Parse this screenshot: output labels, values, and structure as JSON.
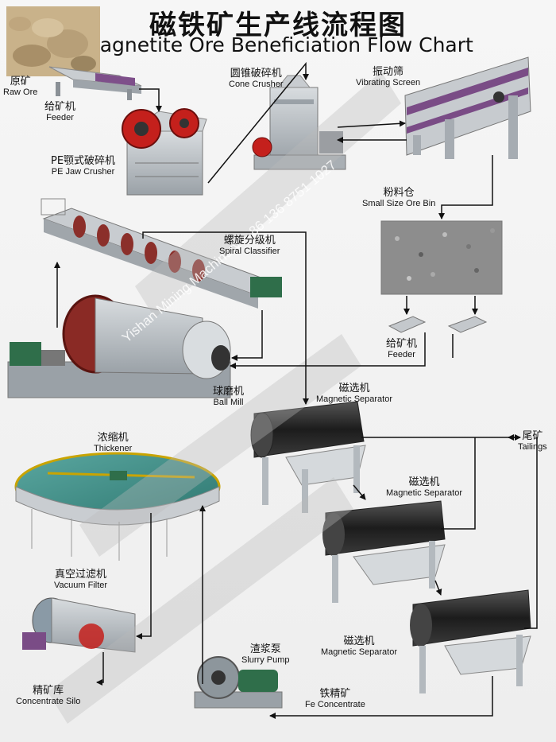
{
  "title": {
    "zh": "磁铁矿生产线流程图",
    "en": "Magnetite Ore Beneficiation Flow Chart"
  },
  "watermark": "Yishan Mining Machinery + 86 136 8751 1027",
  "stations": {
    "raw_ore": {
      "zh": "原矿",
      "en": "Raw Ore"
    },
    "feeder_top": {
      "zh": "给矿机",
      "en": "Feeder"
    },
    "jaw_crusher": {
      "zh": "PE颚式破碎机",
      "en": "PE Jaw Crusher"
    },
    "cone_crusher": {
      "zh": "圆锥破碎机",
      "en": "Cone Crusher"
    },
    "vibrating_screen": {
      "zh": "振动筛",
      "en": "Vibrating Screen"
    },
    "ore_bin": {
      "zh": "粉料仓",
      "en": "Small Size Ore Bin"
    },
    "spiral_classifier": {
      "zh": "螺旋分级机",
      "en": "Spiral Classifier"
    },
    "feeder_mid": {
      "zh": "给矿机",
      "en": "Feeder"
    },
    "ball_mill": {
      "zh": "球磨机",
      "en": "Ball Mill"
    },
    "mag_sep_1": {
      "zh": "磁选机",
      "en": "Magnetic Separator"
    },
    "tailings": {
      "zh": "尾矿",
      "en": "Tailings"
    },
    "thickener": {
      "zh": "浓缩机",
      "en": "Thickener"
    },
    "mag_sep_2": {
      "zh": "磁选机",
      "en": "Magnetic Separator"
    },
    "vacuum_filter": {
      "zh": "真空过滤机",
      "en": "Vacuum Filter"
    },
    "mag_sep_3": {
      "zh": "磁选机",
      "en": "Magnetic Separator"
    },
    "slurry_pump": {
      "zh": "渣浆泵",
      "en": "Slurry Pump"
    },
    "concentrate_silo": {
      "zh": "精矿库",
      "en": "Concentrate Silo"
    },
    "fe_concentrate": {
      "zh": "铁精矿",
      "en": "Fe Concentrate"
    }
  },
  "colors": {
    "machine_red": "#c4201c",
    "steel": "#b9bec4",
    "drum_dark": "#2b2b2b",
    "motor_green": "#2f6e4a",
    "water": "#3f8f88",
    "arrow": "#111111"
  }
}
